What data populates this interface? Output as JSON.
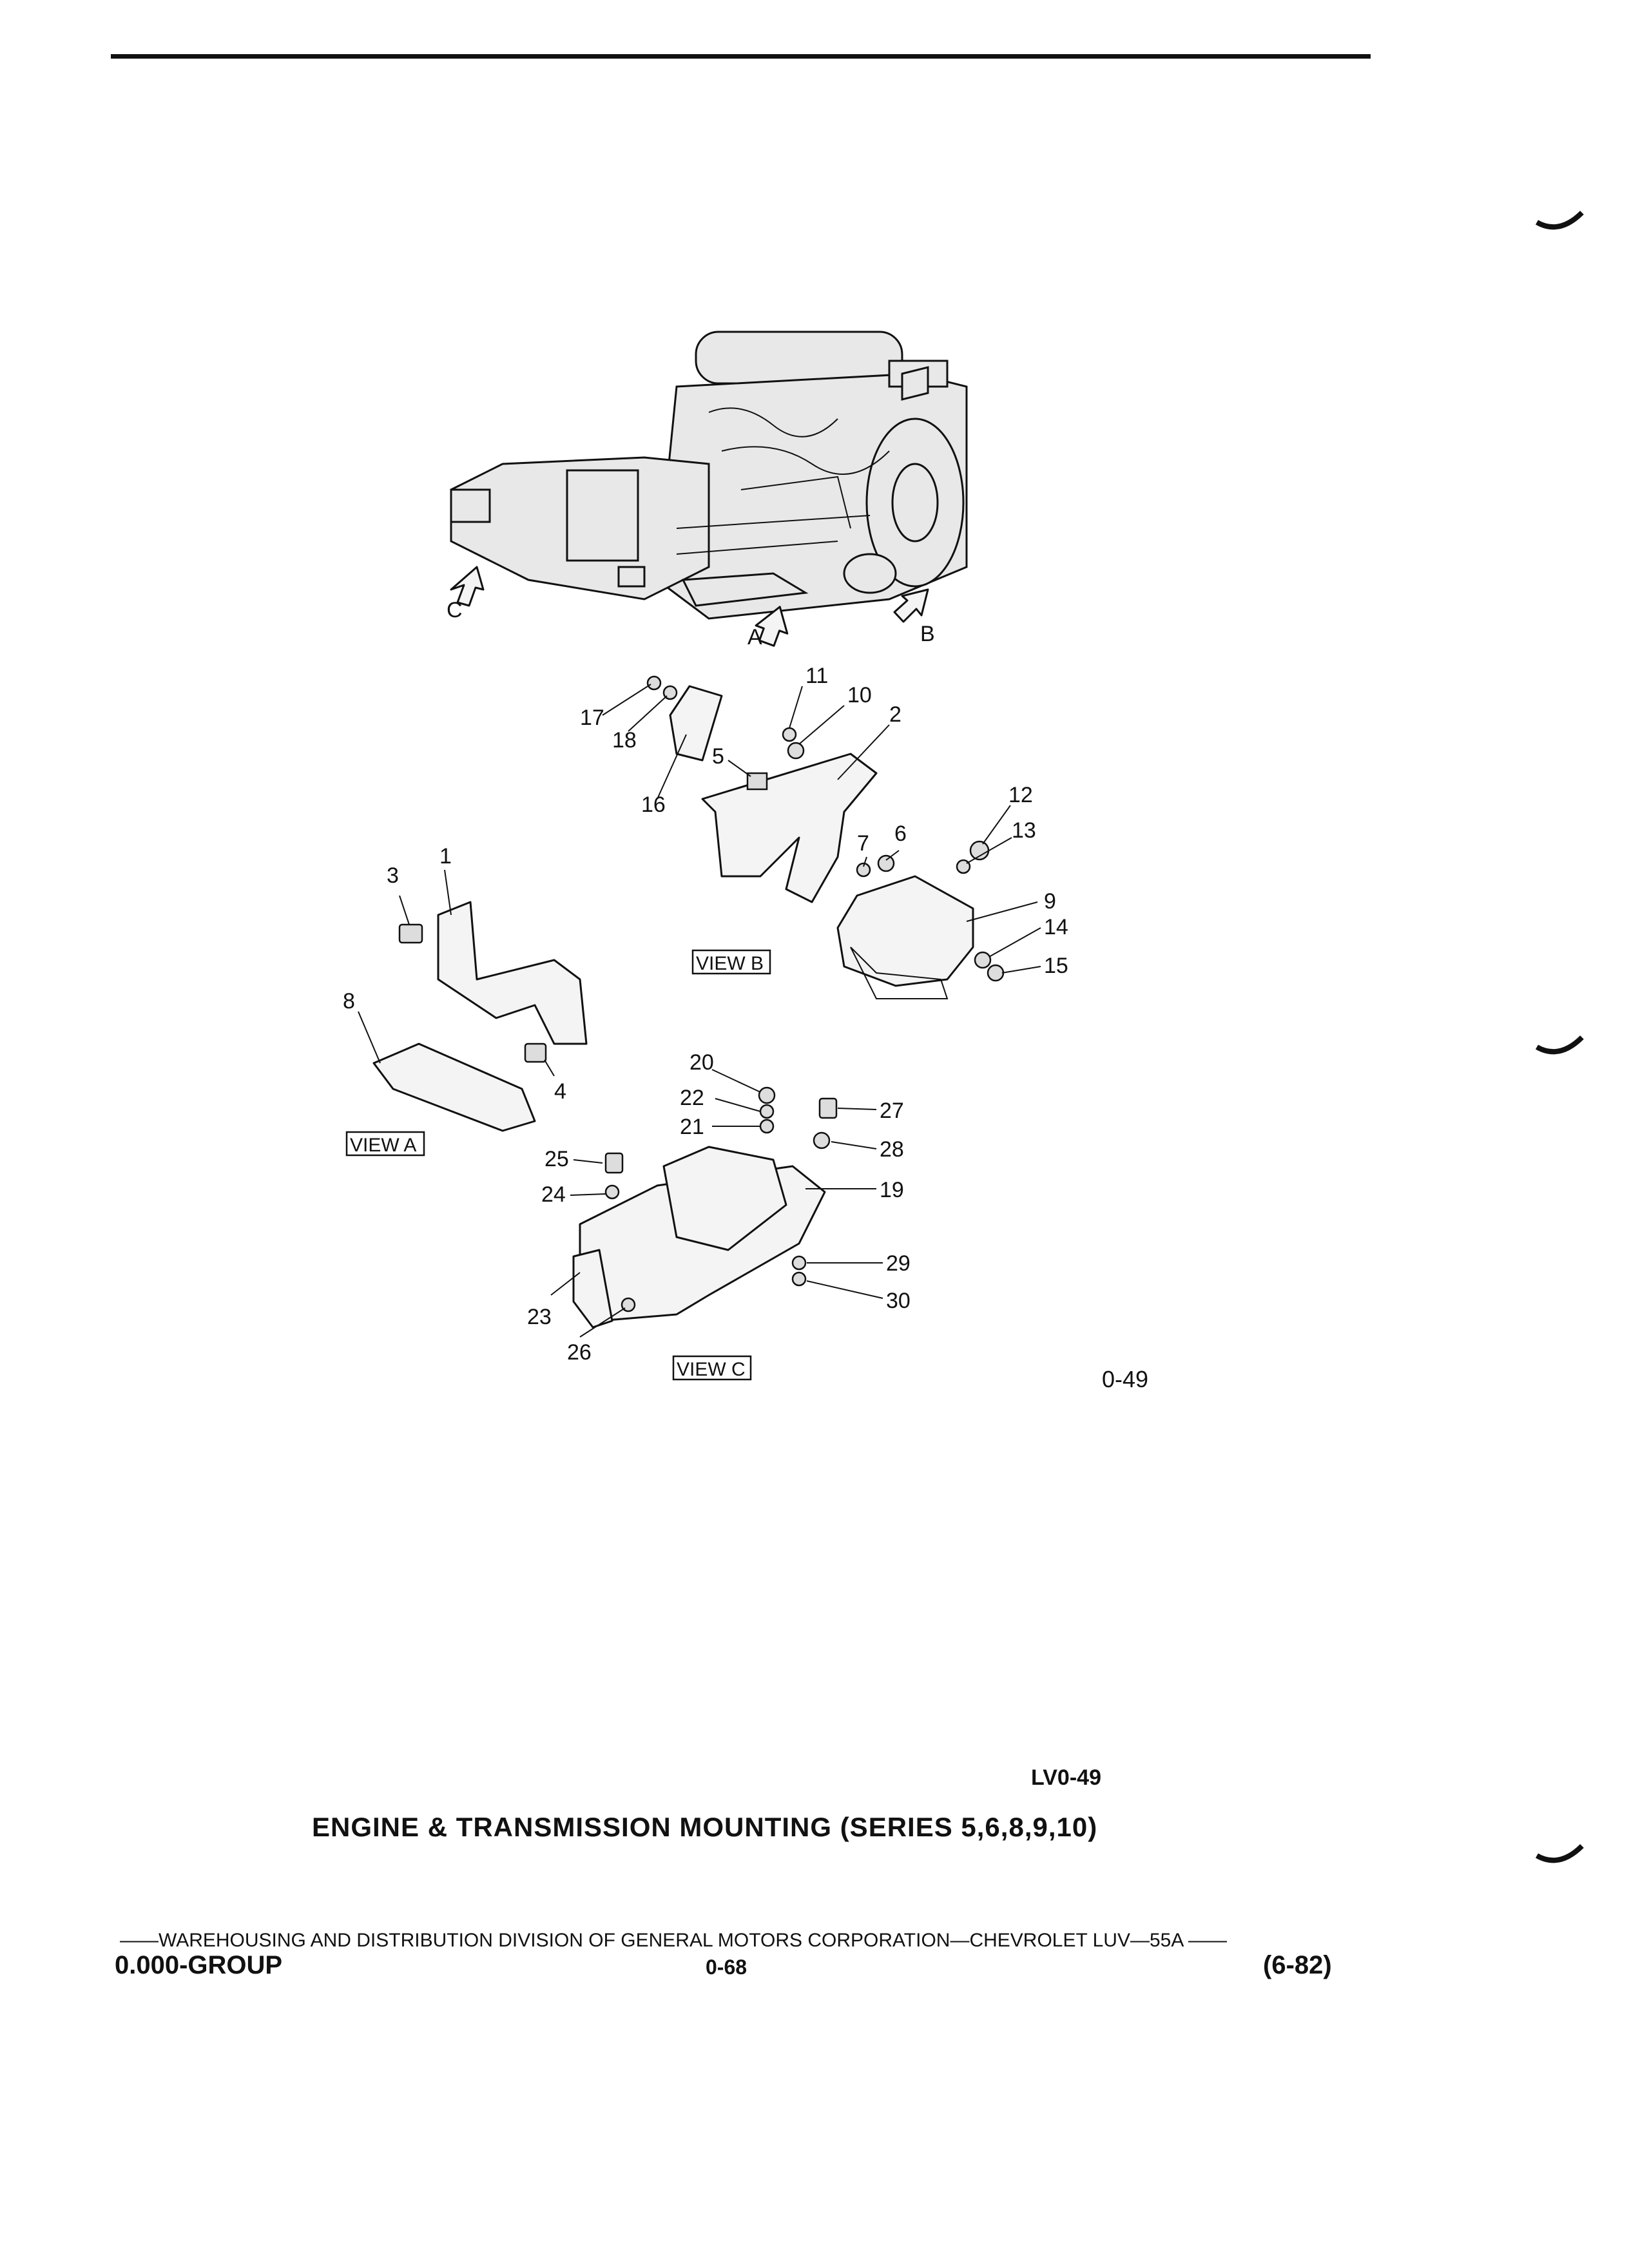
{
  "figure": {
    "view_labels": [
      "VIEW A",
      "VIEW B",
      "VIEW C"
    ],
    "arrow_labels": [
      "A",
      "B",
      "C"
    ],
    "callouts": [
      "1",
      "2",
      "3",
      "4",
      "5",
      "6",
      "7",
      "8",
      "9",
      "10",
      "11",
      "12",
      "13",
      "14",
      "15",
      "16",
      "17",
      "18",
      "19",
      "20",
      "21",
      "22",
      "23",
      "24",
      "25",
      "26",
      "27",
      "28",
      "29",
      "30"
    ],
    "figure_code": "0-49"
  },
  "lv_code": "LV0-49",
  "caption": "ENGINE & TRANSMISSION MOUNTING (SERIES 5,6,8,9,10)",
  "footer": {
    "distribution": "——WAREHOUSING AND DISTRIBUTION DIVISION OF GENERAL MOTORS CORPORATION—CHEVROLET LUV—55A ——",
    "group": "0.000-GROUP",
    "page": "0-68",
    "date": "(6-82)"
  }
}
